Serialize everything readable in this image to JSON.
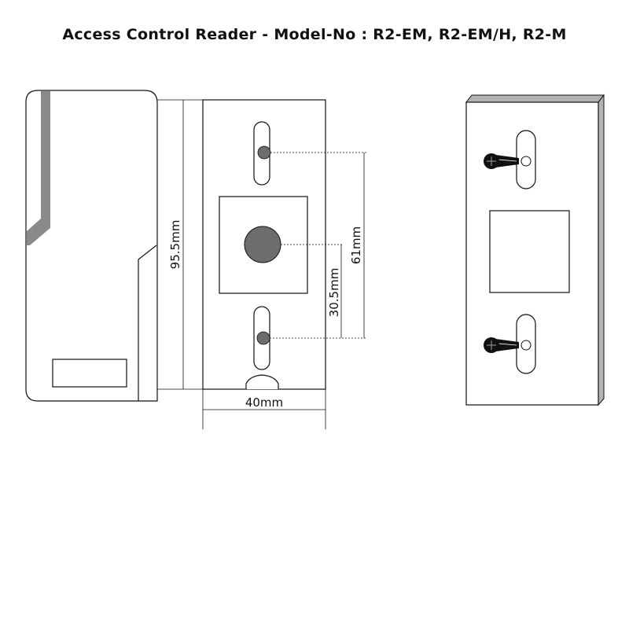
{
  "title": "Access Control Reader -  Model-No : R2-EM, R2-EM/H, R2-M",
  "dimensions": {
    "height": "95.5mm",
    "width": "40mm",
    "hole_spacing": "61mm",
    "center_offset": "30.5mm"
  },
  "colors": {
    "line": "#111111",
    "stripe": "#8a8a8a",
    "hole_fill": "#6d6d6d",
    "side_wall": "#b3b3b3"
  }
}
